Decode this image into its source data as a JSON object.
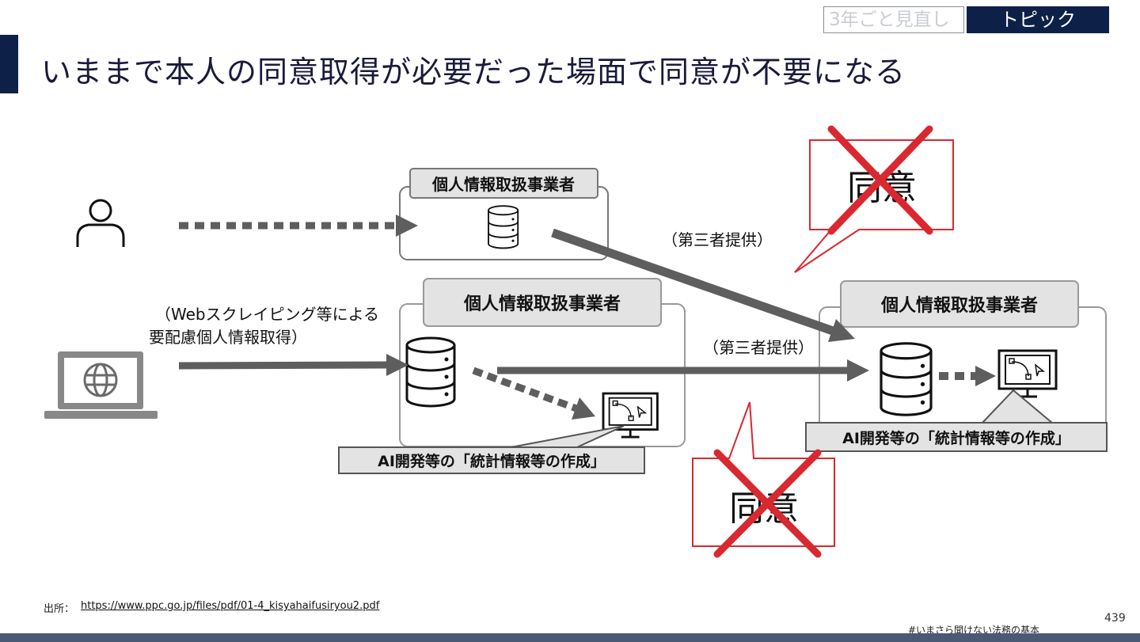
{
  "header": {
    "title": "いままで本人の同意取得が必要だった場面で同意が不要になる",
    "tag_review": "3年ごと見直し",
    "tag_topic": "トピック"
  },
  "diagram": {
    "operator_label": "個人情報取扱事業者",
    "third_party_label": "（第三者提供）",
    "scraping_label_line1": "（Webスクレイピング等による",
    "scraping_label_line2": "要配慮個人情報取得）",
    "ai_label": "AI開発等の「統計情報等の作成」",
    "consent_label": "同意"
  },
  "footer": {
    "source_label": "出所：",
    "source_url": "https://www.ppc.go.jp/files/pdf/01-4_kisyahaifusiryou2.pdf",
    "hashtag": "#いまさら聞けない法務の基本",
    "page_number": "439"
  },
  "colors": {
    "navy": "#0d2148",
    "arrow_gray": "#5e5e5e",
    "label_box_fill": "#e3e3e3",
    "consent_red": "#d9282f"
  }
}
